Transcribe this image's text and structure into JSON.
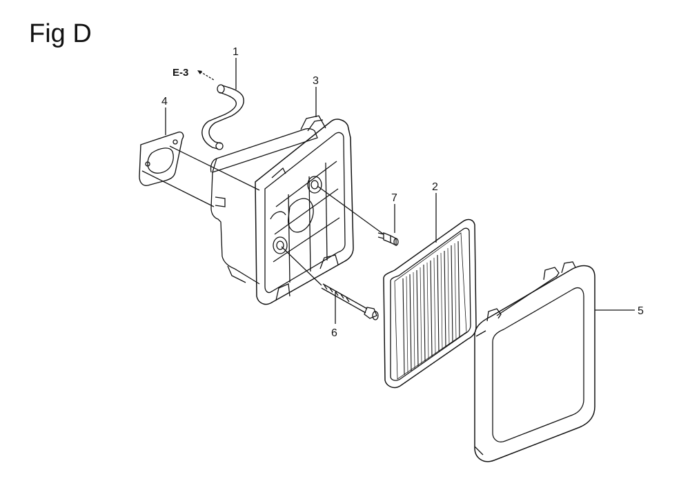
{
  "figure": {
    "title": "Fig D",
    "reference": "E-3"
  },
  "callouts": [
    {
      "id": "1",
      "label": "1",
      "part": "hose"
    },
    {
      "id": "2",
      "label": "2",
      "part": "air-filter-element"
    },
    {
      "id": "3",
      "label": "3",
      "part": "air-cleaner-case"
    },
    {
      "id": "4",
      "label": "4",
      "part": "gasket"
    },
    {
      "id": "5",
      "label": "5",
      "part": "air-cleaner-cover"
    },
    {
      "id": "6",
      "label": "6",
      "part": "long-bolt"
    },
    {
      "id": "7",
      "label": "7",
      "part": "short-bolt"
    }
  ],
  "colors": {
    "line": "#111111",
    "fill": "#ffffff"
  }
}
